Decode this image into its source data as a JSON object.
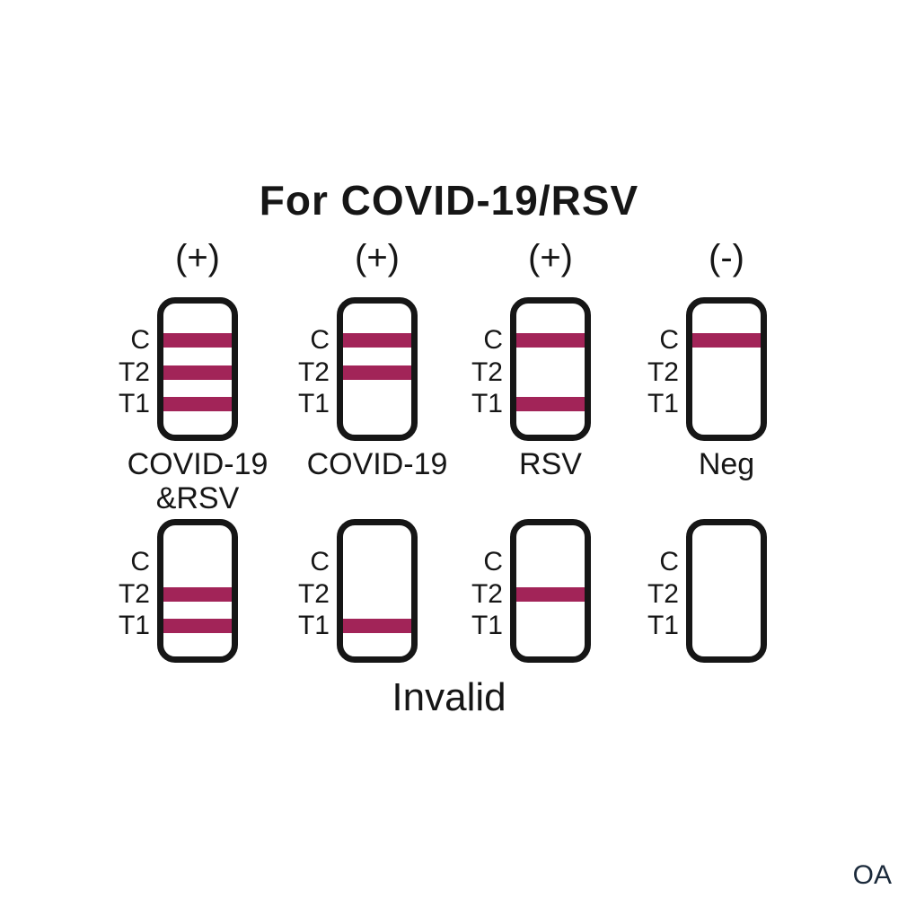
{
  "title": "For COVID-19/RSV",
  "invalid_label": "Invalid",
  "watermark": "OA",
  "band_color": "#A22458",
  "line_labels": [
    "C",
    "T2",
    "T1"
  ],
  "top_row": [
    {
      "sign": "(+)",
      "bands": [
        "C",
        "T2",
        "T1"
      ],
      "result_lines": [
        "COVID-19",
        "&RSV"
      ]
    },
    {
      "sign": "(+)",
      "bands": [
        "C",
        "T2"
      ],
      "result_lines": [
        "COVID-19"
      ]
    },
    {
      "sign": "(+)",
      "bands": [
        "C",
        "T1"
      ],
      "result_lines": [
        "RSV"
      ]
    },
    {
      "sign": "(-)",
      "bands": [
        "C"
      ],
      "result_lines": [
        "Neg"
      ]
    }
  ],
  "bottom_row": [
    {
      "bands": [
        "T2",
        "T1"
      ]
    },
    {
      "bands": [
        "T1"
      ]
    },
    {
      "bands": [
        "T2"
      ]
    },
    {
      "bands": []
    }
  ]
}
